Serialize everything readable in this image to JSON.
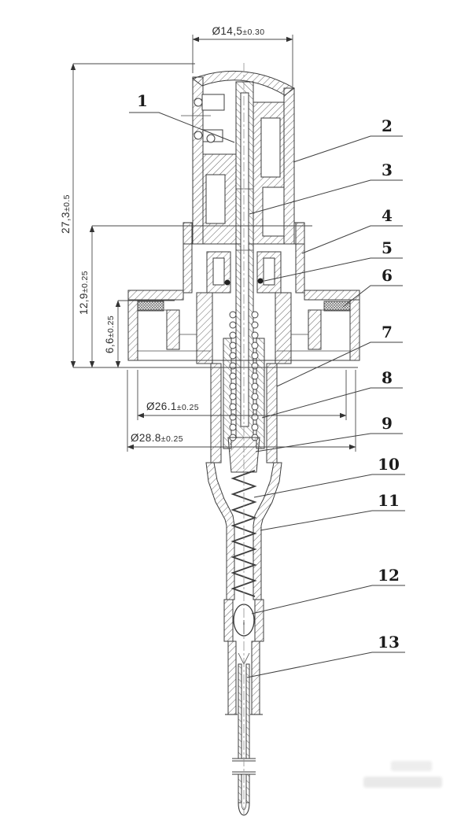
{
  "drawing": {
    "dimensions": {
      "top_diameter": {
        "value": "Ø14,5",
        "tolerance": "±0.30"
      },
      "overall_height": {
        "value": "27,3",
        "tolerance": "±0.5"
      },
      "mid_height": {
        "value": "12,9",
        "tolerance": "±0.25"
      },
      "flange_height": {
        "value": "6,6",
        "tolerance": "±0.25"
      },
      "inner_diameter": {
        "value": "Ø26.1",
        "tolerance": "±0.25"
      },
      "outer_diameter": {
        "value": "Ø28.8",
        "tolerance": "±0.25"
      }
    },
    "callouts": [
      "1",
      "2",
      "3",
      "4",
      "5",
      "6",
      "7",
      "8",
      "9",
      "10",
      "11",
      "12",
      "13"
    ]
  }
}
